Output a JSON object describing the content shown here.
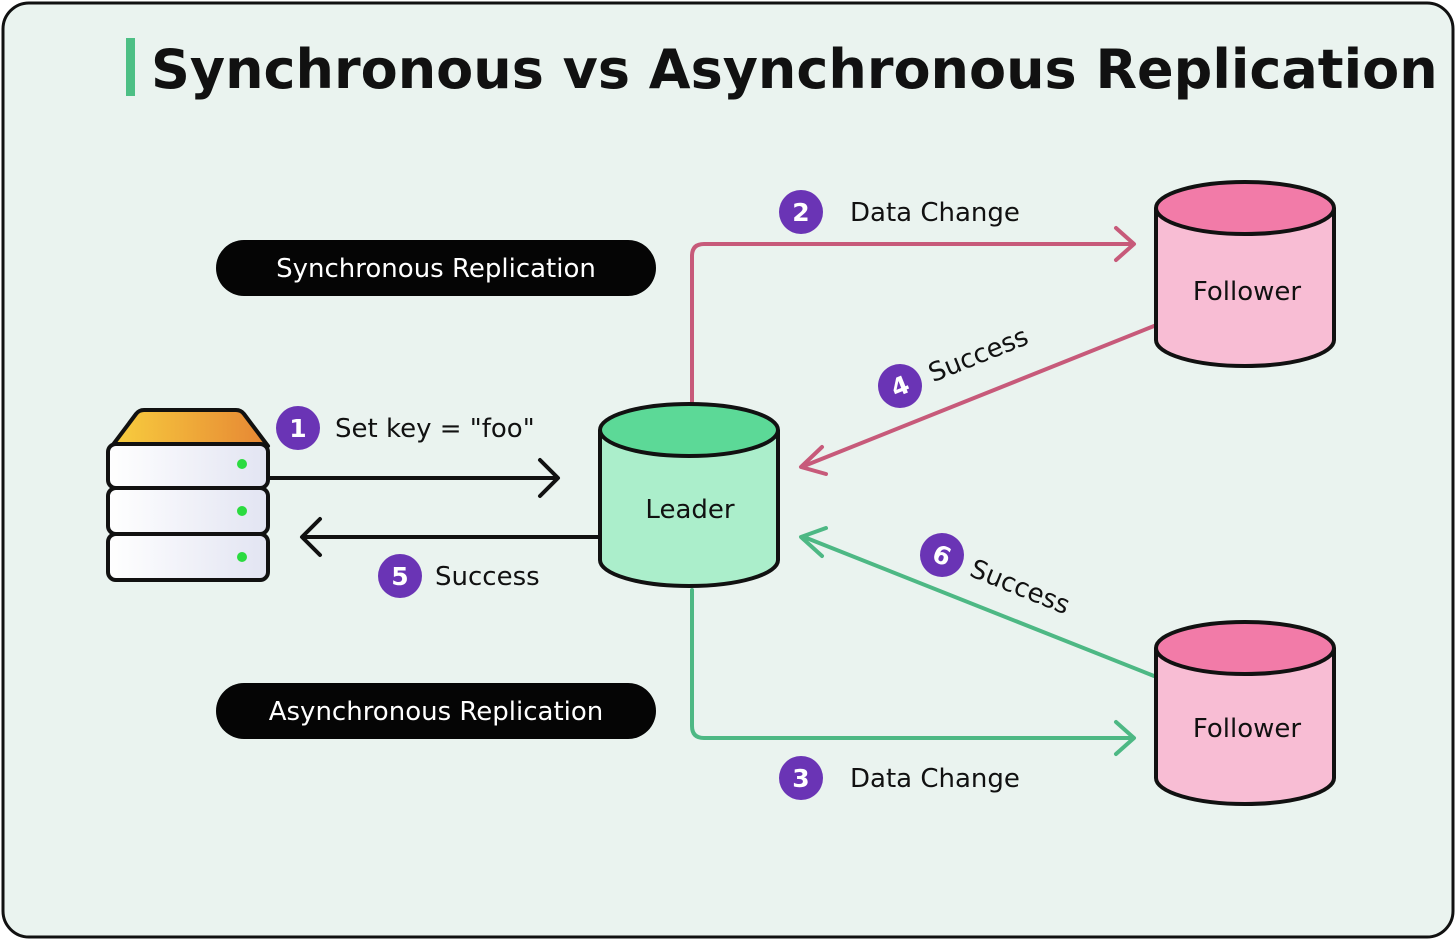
{
  "title": "Synchronous vs Asynchronous Replication",
  "colors": {
    "background": "#EAF3EF",
    "title_bar": "#4DBF85",
    "sync_arrow": "#C75A7A",
    "async_arrow": "#4DB884",
    "step_badge": "#6A34B5",
    "leader_fill": "#ABEECB",
    "leader_top": "#5CD997",
    "follower_fill": "#F8BDD4",
    "follower_top": "#F27BA8",
    "status_led": "#2BDB40"
  },
  "labels": {
    "sync_replication": "Synchronous Replication",
    "async_replication": "Asynchronous Replication"
  },
  "nodes": {
    "client_icon": "server-rack-icon",
    "leader": "Leader",
    "follower_sync": "Follower",
    "follower_async": "Follower"
  },
  "steps": [
    {
      "number": "1",
      "text": "Set key = \"foo\""
    },
    {
      "number": "2",
      "text": "Data Change"
    },
    {
      "number": "3",
      "text": "Data Change"
    },
    {
      "number": "4",
      "text": "Success"
    },
    {
      "number": "5",
      "text": "Success"
    },
    {
      "number": "6",
      "text": "Success"
    }
  ]
}
